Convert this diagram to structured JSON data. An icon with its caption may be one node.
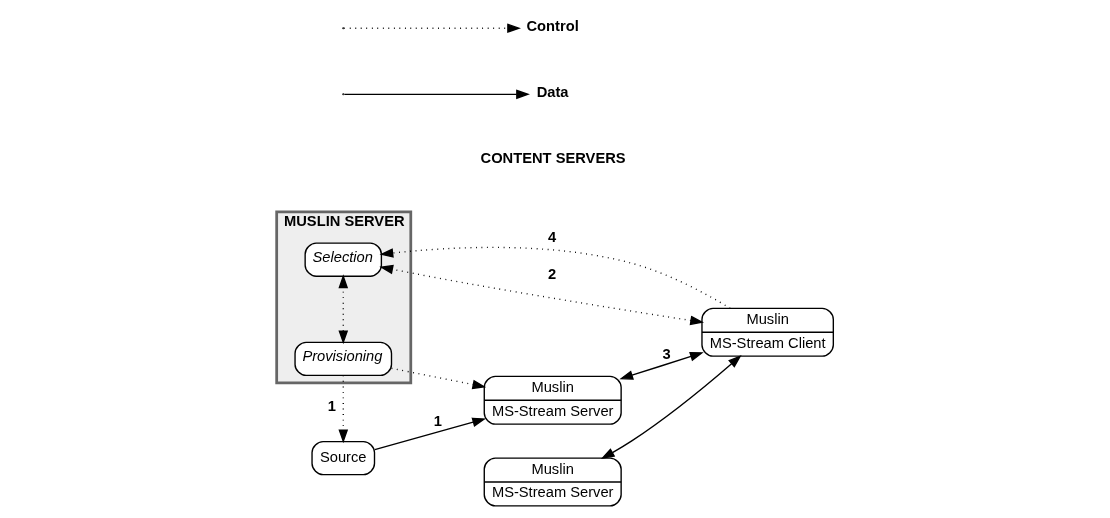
{
  "diagram": {
    "nodes": [
      {
        "text": [
          "MUSLIN SERVER"
        ]
      },
      {
        "text": [
          "Provisioning"
        ],
        "in": 0
      },
      {
        "text": [
          "Selection"
        ],
        "in": 0
      },
      {
        "text": [
          "Source"
        ]
      },
      {
        "text": [
          "Muslin",
          "MS-Stream Server"
        ]
      },
      {
        "text": [
          "Muslin",
          "MS-Stream Client"
        ]
      },
      {
        "text": [
          "Muslin",
          "MS-Stream Server"
        ]
      }
    ],
    "edges": [
      {
        "from": 1,
        "to": 4,
        "arrow": "to",
        "style": "dashed"
      },
      {
        "from": 1,
        "to": 3,
        "arrow": "to",
        "style": "dashed",
        "label": "1"
      },
      {
        "from": 3,
        "to": 4,
        "arrow": "to",
        "label": "1"
      },
      {
        "from": 1,
        "to": 2,
        "arrow": "both",
        "style": "dashed"
      },
      {
        "from": 5,
        "to": 2,
        "arrow": "both",
        "style": "dashed",
        "label": "2"
      },
      {
        "from": 5,
        "to": 2,
        "arrow": "to",
        "style": "dashed",
        "label": "4"
      },
      {
        "from": 4,
        "to": 5,
        "arrow": "both",
        "label": "3"
      },
      {
        "from": 6,
        "to": 5,
        "arrow": "both"
      }
    ],
    "labels": [
      "CONTENT SERVERS"
    ],
    "legend": [
      {
        "text": "Control"
      },
      {
        "text": "Data"
      }
    ]
  }
}
